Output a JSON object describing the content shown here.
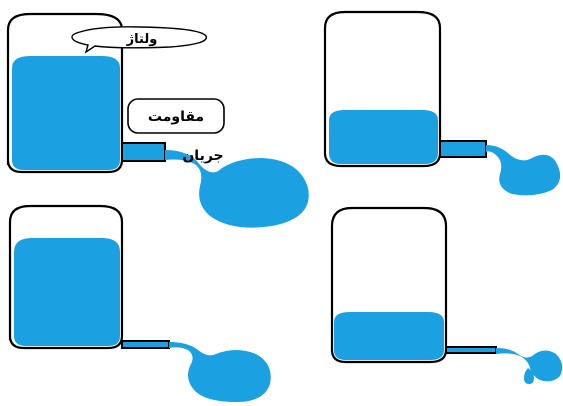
{
  "colors": {
    "water": "#1ba1e2",
    "outline": "#000000",
    "background": "#ffffff"
  },
  "labels": {
    "voltage": "ولتاژ",
    "resistance": "مقاومت",
    "current": "جریان"
  }
}
